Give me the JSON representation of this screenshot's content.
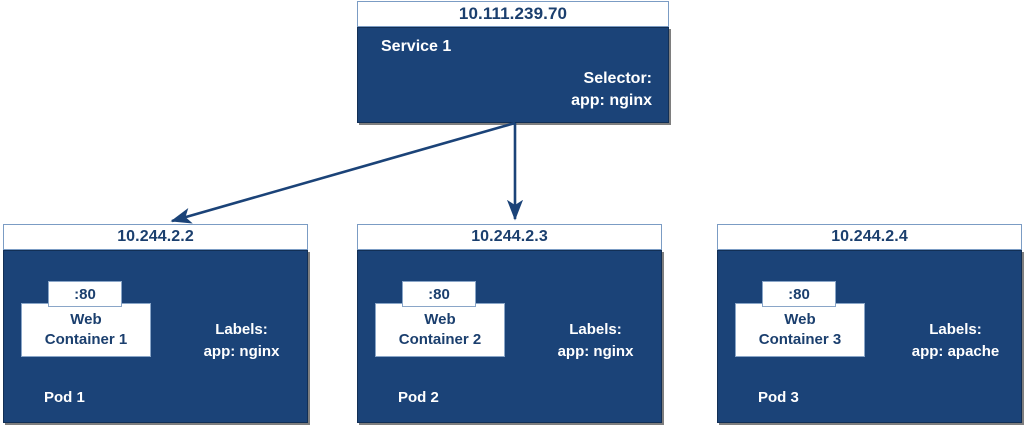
{
  "diagram": {
    "title_hidden": "Kubernetes Service to Pod selector diagram",
    "accent_color": "#1b4378",
    "header_text_color": "#1b3f6e",
    "border_color": "#7b9cc4"
  },
  "service": {
    "ip": "10.111.239.70",
    "name": "Service 1",
    "selector_label": "Selector:",
    "selector_value": "app: nginx"
  },
  "pods": [
    {
      "ip": "10.244.2.2",
      "name": "Pod 1",
      "port": ":80",
      "container_line1": "Web",
      "container_line2": "Container 1",
      "labels_label": "Labels:",
      "labels_value": "app: nginx"
    },
    {
      "ip": "10.244.2.3",
      "name": "Pod 2",
      "port": ":80",
      "container_line1": "Web",
      "container_line2": "Container 2",
      "labels_label": "Labels:",
      "labels_value": "app: nginx"
    },
    {
      "ip": "10.244.2.4",
      "name": "Pod 3",
      "port": ":80",
      "container_line1": "Web",
      "container_line2": "Container 3",
      "labels_label": "Labels:",
      "labels_value": "app: apache"
    }
  ],
  "connections": [
    {
      "from": "service",
      "to": "pod-1",
      "style": "arrow-diagonal-left"
    },
    {
      "from": "service",
      "to": "pod-2",
      "style": "arrow-vertical"
    }
  ]
}
